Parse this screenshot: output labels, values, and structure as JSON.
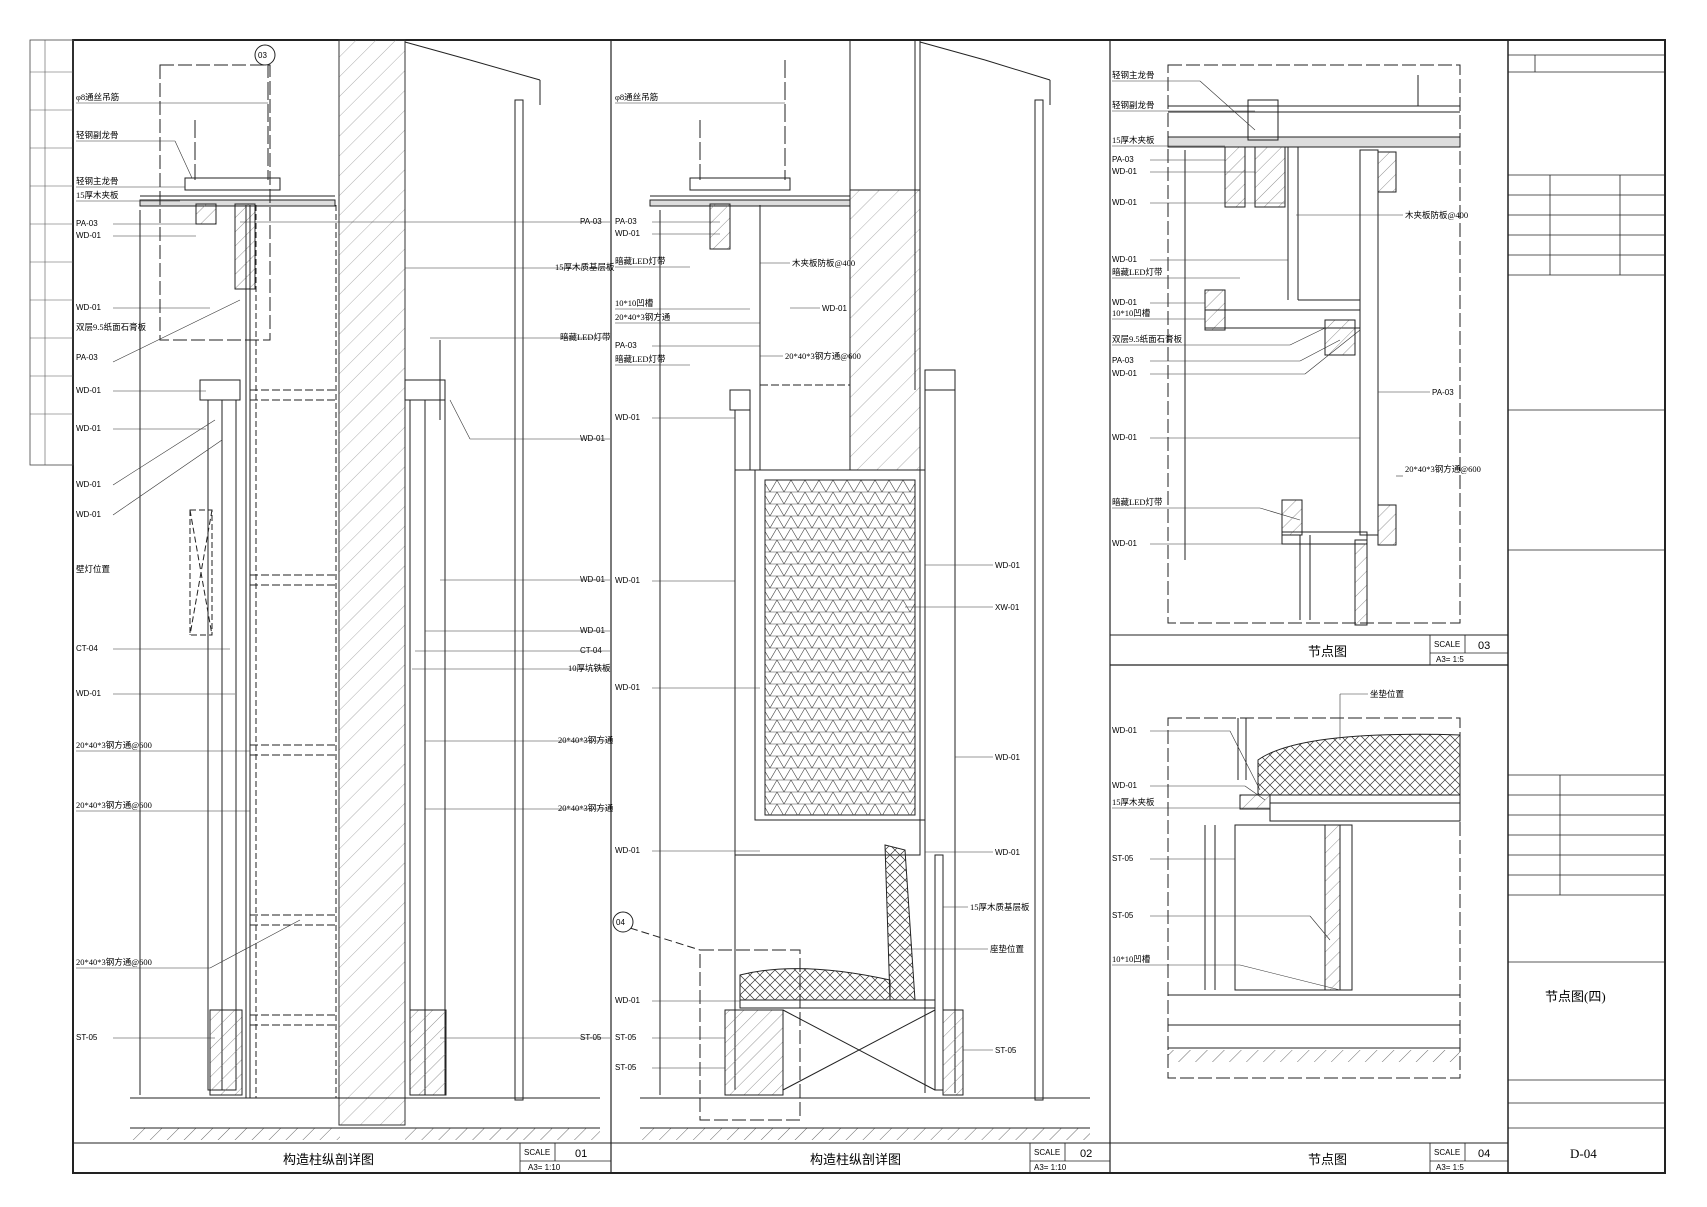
{
  "panels": [
    {
      "id": "01",
      "title": "构造柱纵剖详图",
      "scale_label": "SCALE",
      "scale_number": "01",
      "scale_ratio": "A3= 1:10",
      "callout_top": "03",
      "labels_left": [
        "φ8通丝吊筋",
        "轻钢副龙骨",
        "轻钢主龙骨",
        "15厚木夹板",
        "PA-03",
        "WD-01",
        "WD-01",
        "双层9.5纸面石膏板",
        "PA-03",
        "WD-01",
        "WD-01",
        "WD-01",
        "WD-01",
        "壁灯位置",
        "CT-04",
        "WD-01",
        "20*40*3钢方通@600",
        "20*40*3钢方通@600",
        "20*40*3钢方通@600",
        "ST-05"
      ],
      "labels_right": [
        "PA-03",
        "15厚木质基层板",
        "暗藏LED灯带",
        "WD-01",
        "WD-01",
        "WD-01",
        "CT-04",
        "10厚坑铁板",
        "20*40*3钢方通",
        "20*40*3钢方通",
        "ST-05"
      ]
    },
    {
      "id": "02",
      "title": "构造柱纵剖详图",
      "scale_label": "SCALE",
      "scale_number": "02",
      "scale_ratio": "A3= 1:10",
      "callout": "04",
      "labels_left": [
        "φ8通丝吊筋",
        "PA-03",
        "WD-01",
        "暗藏LED灯带",
        "10*10凹槽",
        "20*40*3钢方通",
        "PA-03",
        "暗藏LED灯带",
        "WD-01",
        "WD-01",
        "WD-01",
        "WD-01",
        "WD-01",
        "ST-05",
        "ST-05"
      ],
      "labels_right": [
        "木夹板防板@400",
        "WD-01",
        "20*40*3钢方通@600",
        "WD-01",
        "XW-01",
        "WD-01",
        "WD-01",
        "15厚木质基层板",
        "座垫位置",
        "ST-05"
      ]
    },
    {
      "id": "03",
      "title": "节点图",
      "scale_label": "SCALE",
      "scale_number": "03",
      "scale_ratio": "A3= 1:5",
      "labels_left": [
        "轻钢主龙骨",
        "轻钢副龙骨",
        "15厚木夹板",
        "PA-03",
        "WD-01",
        "WD-01",
        "WD-01",
        "暗藏LED灯带",
        "WD-01",
        "10*10凹槽",
        "双层9.5纸面石膏板",
        "PA-03",
        "WD-01",
        "WD-01",
        "暗藏LED灯带",
        "WD-01"
      ],
      "labels_right": [
        "木夹板防板@400",
        "PA-03",
        "20*40*3钢方通@600"
      ]
    },
    {
      "id": "04",
      "title": "节点图",
      "scale_label": "SCALE",
      "scale_number": "04",
      "scale_ratio": "A3= 1:5",
      "labels_left": [
        "WD-01",
        "WD-01",
        "15厚木夹板",
        "ST-05",
        "ST-05",
        "10*10凹槽"
      ],
      "labels_right": [
        "坐垫位置"
      ]
    }
  ],
  "title_block": {
    "drawing_name": "节点图(四)",
    "drawing_number": "D-04"
  },
  "colors": {
    "line": "#222222",
    "hatch": "#555555",
    "paper": "#ffffff"
  }
}
